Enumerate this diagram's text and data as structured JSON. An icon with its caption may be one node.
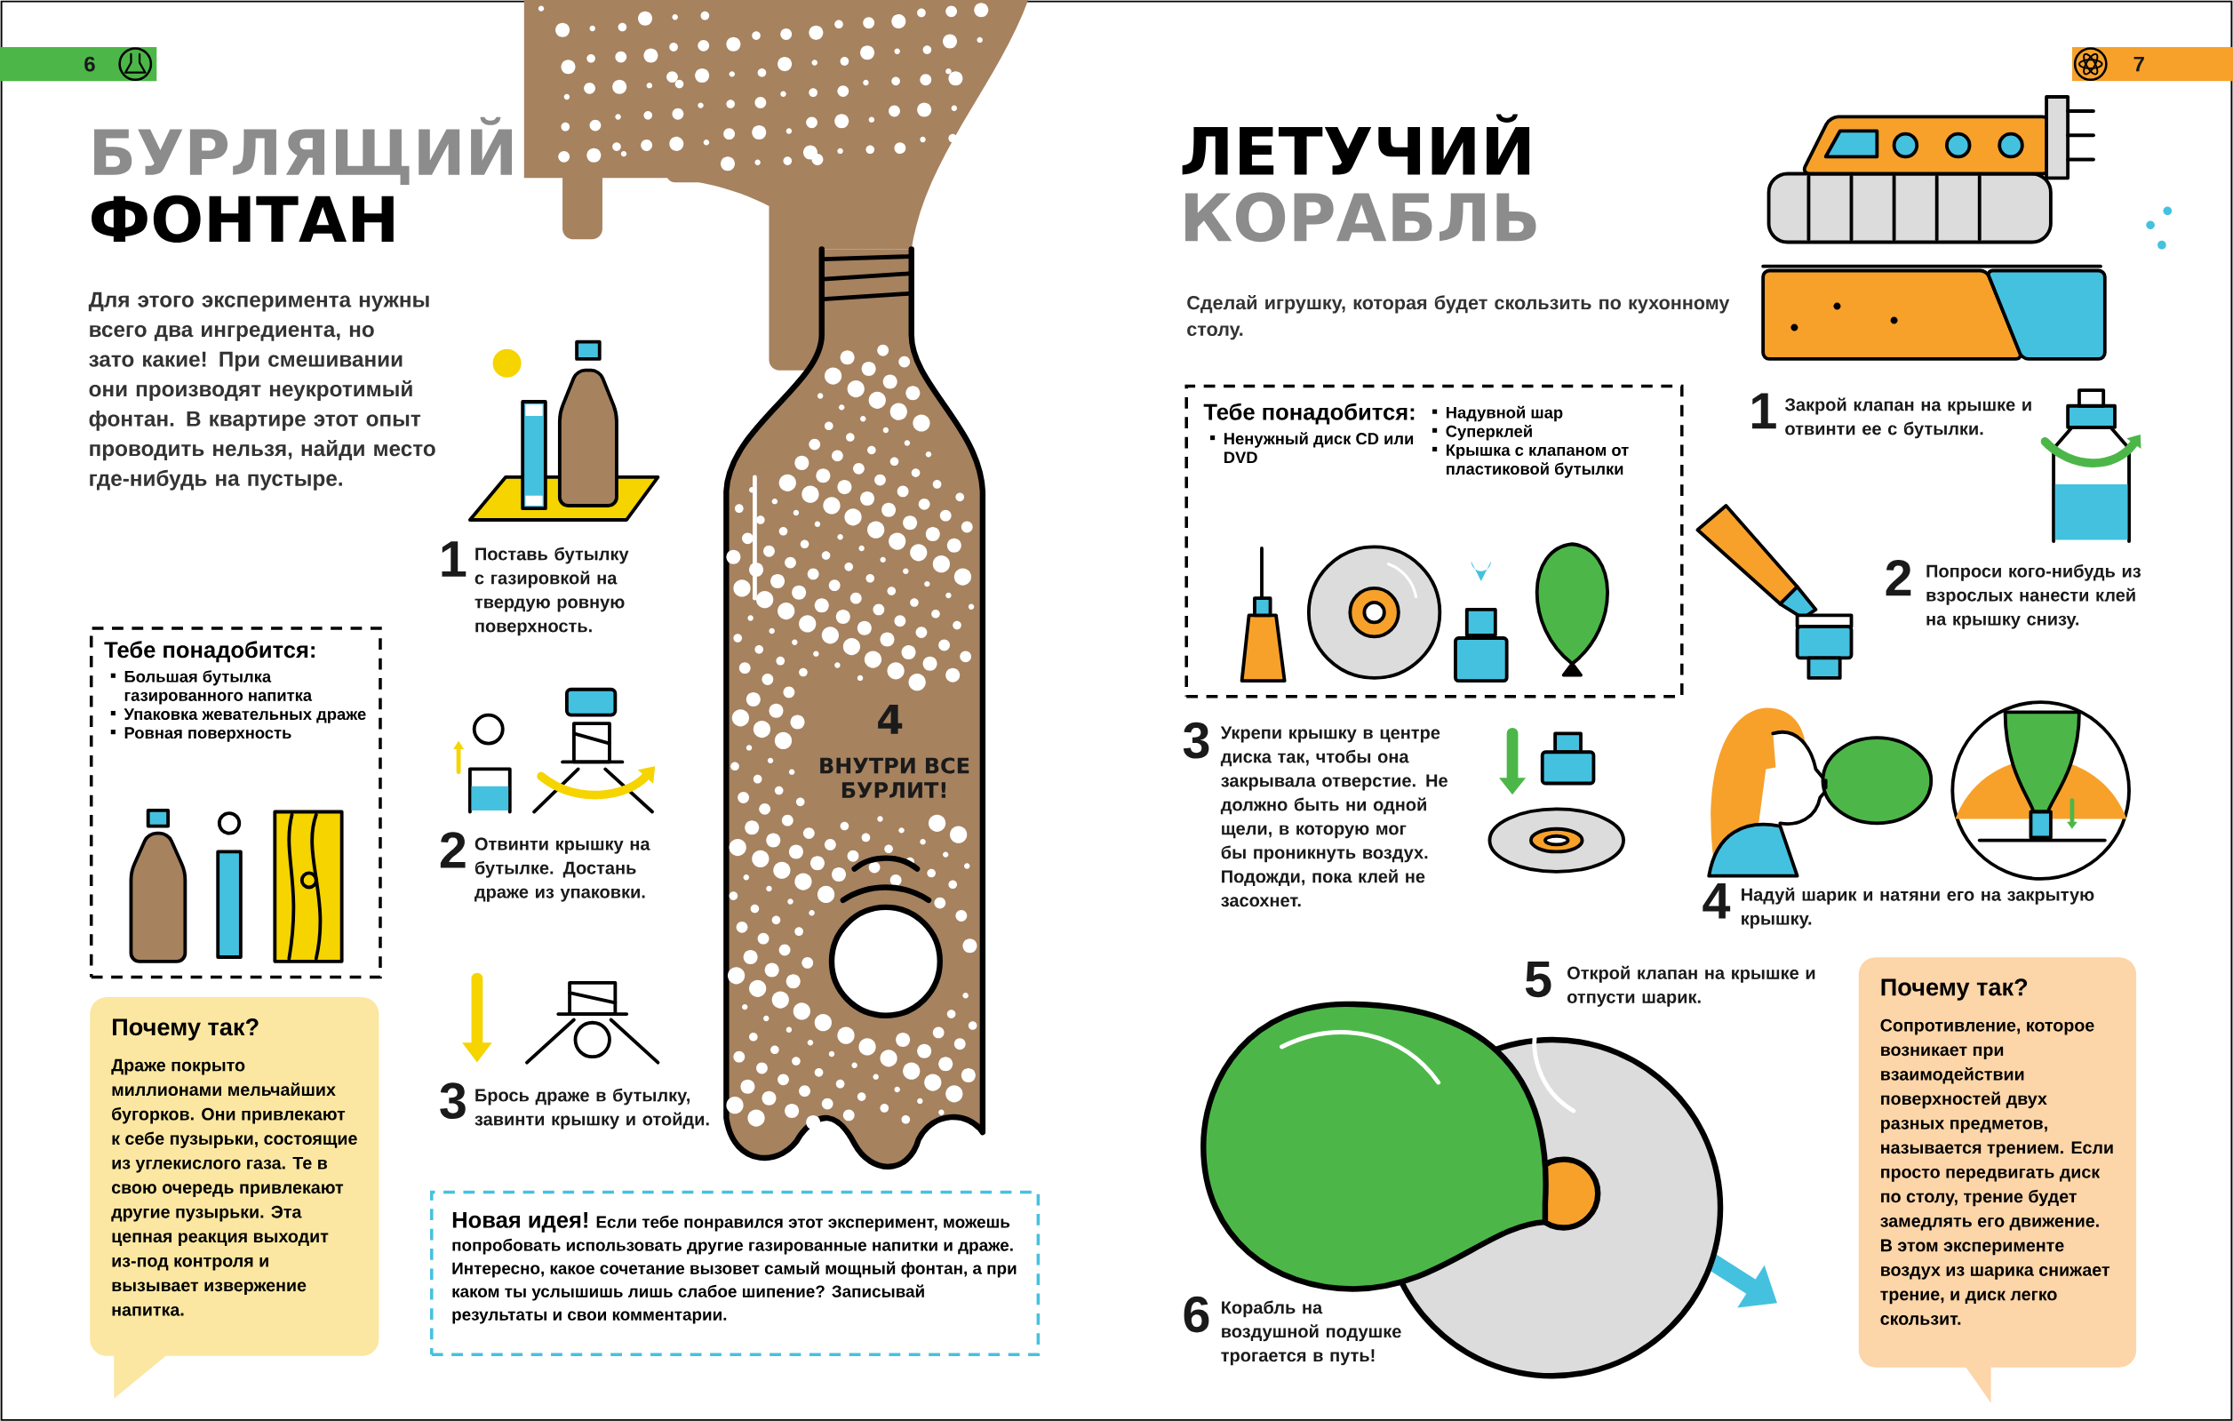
{
  "diagram": {
    "nodes": [
      {
        "text": [
          "Тебе понадобится:",
          "Большая бутылка газированного напитка",
          "Упаковка жевательных драже",
          "Ровная поверхность"
        ]
      },
      {
        "text": [
          "Почему так?",
          "Драже покрыто миллионами мельчайших бугорков. Они привлекают к себе пузырьки, состоящие из углекислого газа. Те в свою очередь привлекают другие пузырьки. Эта цепная реакция выходит из-под контроля и вызывает извержение напитка."
        ]
      },
      {
        "text": [
          "Новая идея!",
          "Если тебе понравился этот эксперимент, можешь попробовать использовать другие газированные напитки и драже. Интересно, какое сочетание вызовет самый мощный фонтан, а при каком ты услышишь лишь слабое шипение? Записывай результаты и свои комментарии."
        ]
      },
      {
        "text": [
          "Тебе понадобится:",
          "Ненужный диск CD или DVD",
          "Надувной шар",
          "Суперклей",
          "Крышка с клапаном от пластиковой бутылки"
        ]
      },
      {
        "text": [
          "Почему так?",
          "Сопротивление, которое возникает при взаимодействии поверхностей двух разных предметов, называется трением. Если просто передвигать диск по столу, трение будет замедлять его движение. В этом эксперименте воздух из шарика снижает трение, и диск легко скользит."
        ]
      }
    ],
    "labels": [
      "6",
      "7",
      "БУРЛЯЩИЙ",
      "ФОНТАН",
      "Для этого эксперимента нужны всего два ингредиента, но зато какие! При смешивании они производят неукротимый фонтан. В квартире этот опыт проводить нельзя, найди место где-нибудь на пустыре.",
      "1",
      "Поставь бутылку с газировкой на твердую ровную поверхность.",
      "2",
      "Отвинти крышку на бутылке. Достань драже из упаковки.",
      "3",
      "Брось драже в бутылку, завинти крышку и отойди.",
      "4",
      "ВНУТРИ ВСЕ БУРЛИТ!",
      "ЛЕТУЧИЙ",
      "КОРАБЛЬ",
      "Сделай игрушку, которая будет скользить по кухонному столу.",
      "1",
      "Закрой клапан на крышке и отвинти ее с бутылки.",
      "2",
      "Попроси кого-нибудь из взрослых нанести клей на крышку снизу.",
      "3",
      "Укрепи крышку в центре диска так, чтобы она закрывала отверстие. Не должно быть ни одной щели, в которую мог бы проникнуть воздух. Подожди, пока клей не засохнет.",
      "4",
      "Надуй шарик и натяни его на закрытую крышку.",
      "5",
      "Открой клапан на крышке и отпусти шарик.",
      "6",
      "Корабль на воздушной подушке трогается в путь!"
    ]
  }
}
